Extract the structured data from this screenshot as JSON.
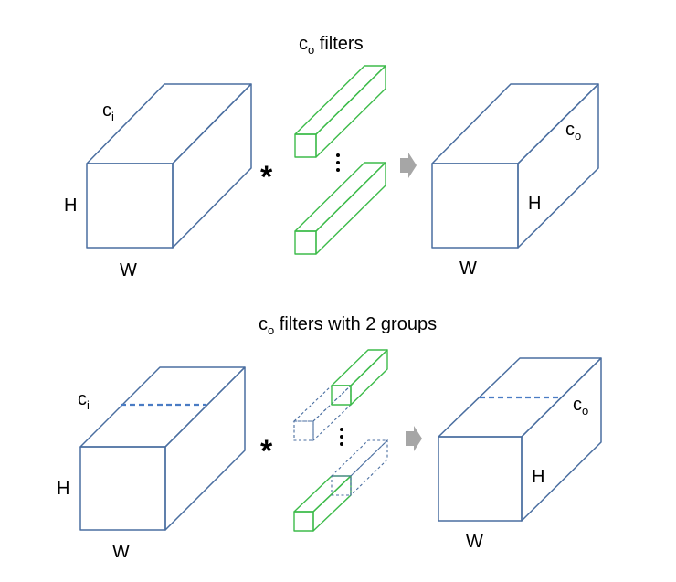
{
  "top": {
    "title_prefix": "c",
    "title_sub": "o",
    "title_suffix": " filters",
    "input_channels": {
      "base": "c",
      "sub": "i"
    },
    "input_height": "H",
    "input_width": "W",
    "operator": "*",
    "output_channels": {
      "base": "c",
      "sub": "o"
    },
    "output_height": "H",
    "output_width": "W"
  },
  "bottom": {
    "title_prefix": "c",
    "title_sub": "o",
    "title_suffix": " filters with 2 groups",
    "input_channels": {
      "base": "c",
      "sub": "i"
    },
    "input_height": "H",
    "input_width": "W",
    "operator": "*",
    "output_channels": {
      "base": "c",
      "sub": "o"
    },
    "output_height": "H",
    "output_width": "W"
  },
  "colors": {
    "volume_edge": "#4a6ea0",
    "filter_edge": "#3dbb4a",
    "group_split": "#4a7cc4",
    "arrow": "#a6a6a6"
  },
  "icons": {
    "operator": "asterisk",
    "flow": "right-arrow",
    "continuation": "vertical-ellipsis"
  }
}
